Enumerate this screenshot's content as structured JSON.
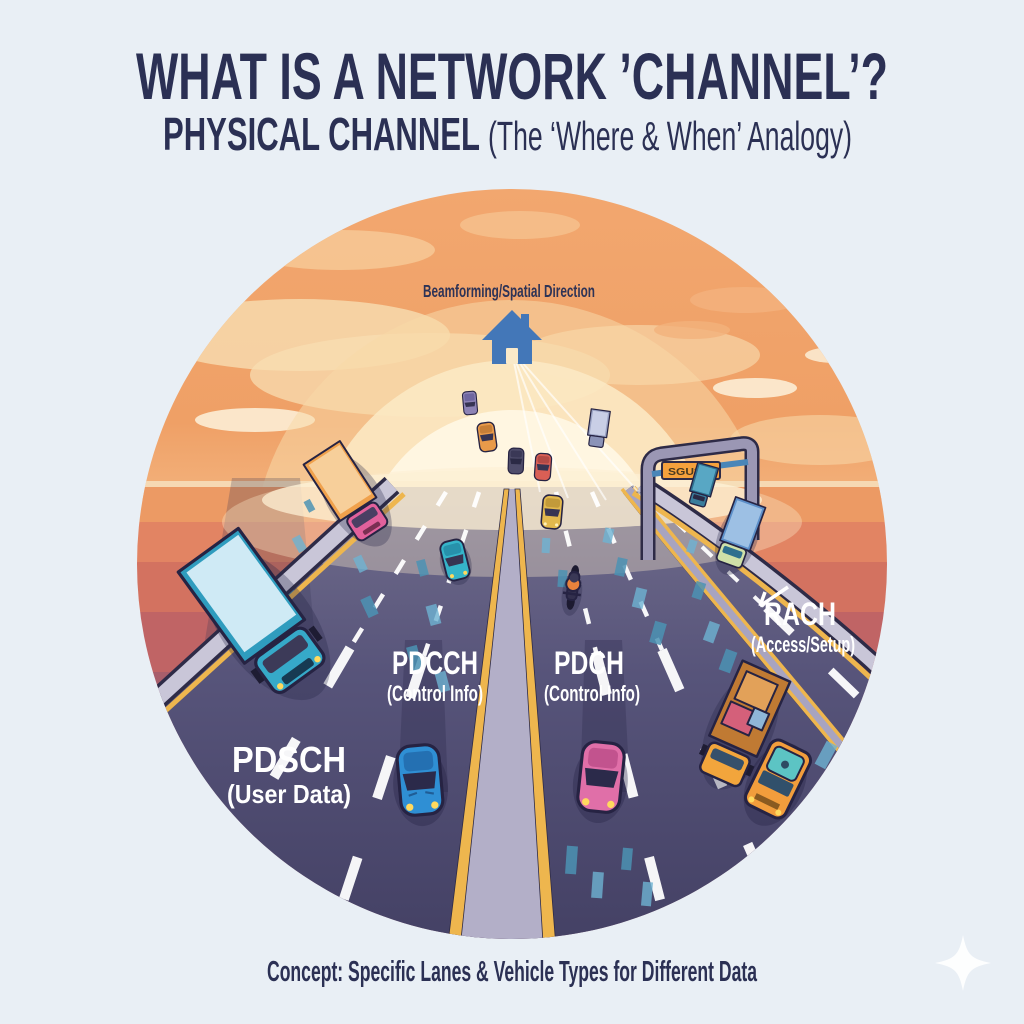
{
  "title": "WHAT IS A NETWORK ’CHANNEL’?",
  "subtitle": {
    "bold": "PHYSICAL CHANNEL",
    "paren": "(The ‘Where & When’ Analogy)"
  },
  "scene": {
    "beamforming_label": "Beamforming/Spatial Direction",
    "gantry_sign": "SGU300",
    "channels": [
      {
        "name": "PDSCH",
        "desc": "(User Data)"
      },
      {
        "name": "PDCCH",
        "desc": "(Control Info)"
      },
      {
        "name": "PDCH",
        "desc": "(Control Info)"
      },
      {
        "name": "RACH",
        "desc": "(Access/Setup)"
      }
    ]
  },
  "footer": {
    "concept": "Concept: Specific Lanes & Vehicle Types for Different Data"
  },
  "colors": {
    "title_navy": "#2b3054",
    "sky_orange": "#f0a169",
    "sun_glow": "#fdf3d9",
    "road_purple": "#45425f",
    "lane_yellow": "#eeb64e",
    "packet_teal": "#4c93b4",
    "label_white": "#ffffff",
    "house_blue": "#4377b8",
    "sign_orange": "#f5a13c",
    "background": "#e9eff5"
  }
}
